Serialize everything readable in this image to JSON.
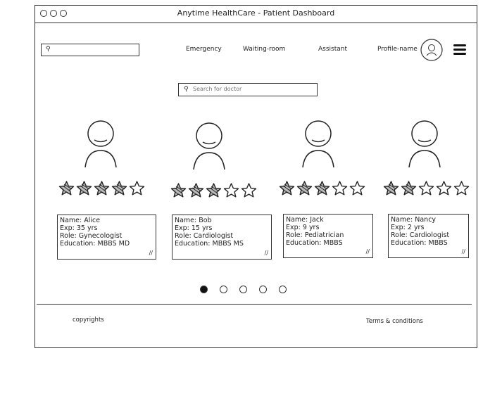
{
  "window": {
    "title": "Anytime HealthCare - Patient Dashboard"
  },
  "header": {
    "search_value": "",
    "nav": [
      "Emergency",
      "Waiting-room",
      "Assistant",
      "Profile-name"
    ]
  },
  "doctor_search": {
    "placeholder": "Search for doctor"
  },
  "doctors": [
    {
      "name": "Name: Alice",
      "exp": "Exp: 35 yrs",
      "role": "Role: Gynecologist",
      "education": "Education: MBBS MD",
      "rating": 4
    },
    {
      "name": "Name: Bob",
      "exp": "Exp: 15 yrs",
      "role": "Role: Cardiologist",
      "education": "Education: MBBS MS",
      "rating": 3
    },
    {
      "name": "Name: Jack",
      "exp": "Exp: 9 yrs",
      "role": "Role: Pediatrician",
      "education": "Education: MBBS",
      "rating": 3
    },
    {
      "name": "Name: Nancy",
      "exp": "Exp: 2 yrs",
      "role": "Role: Cardiologist",
      "education": "Education: MBBS",
      "rating": 2
    }
  ],
  "pagination": {
    "pages": 5,
    "current": 1
  },
  "footer": {
    "left": "copyrights",
    "right": "Terms & conditions"
  }
}
